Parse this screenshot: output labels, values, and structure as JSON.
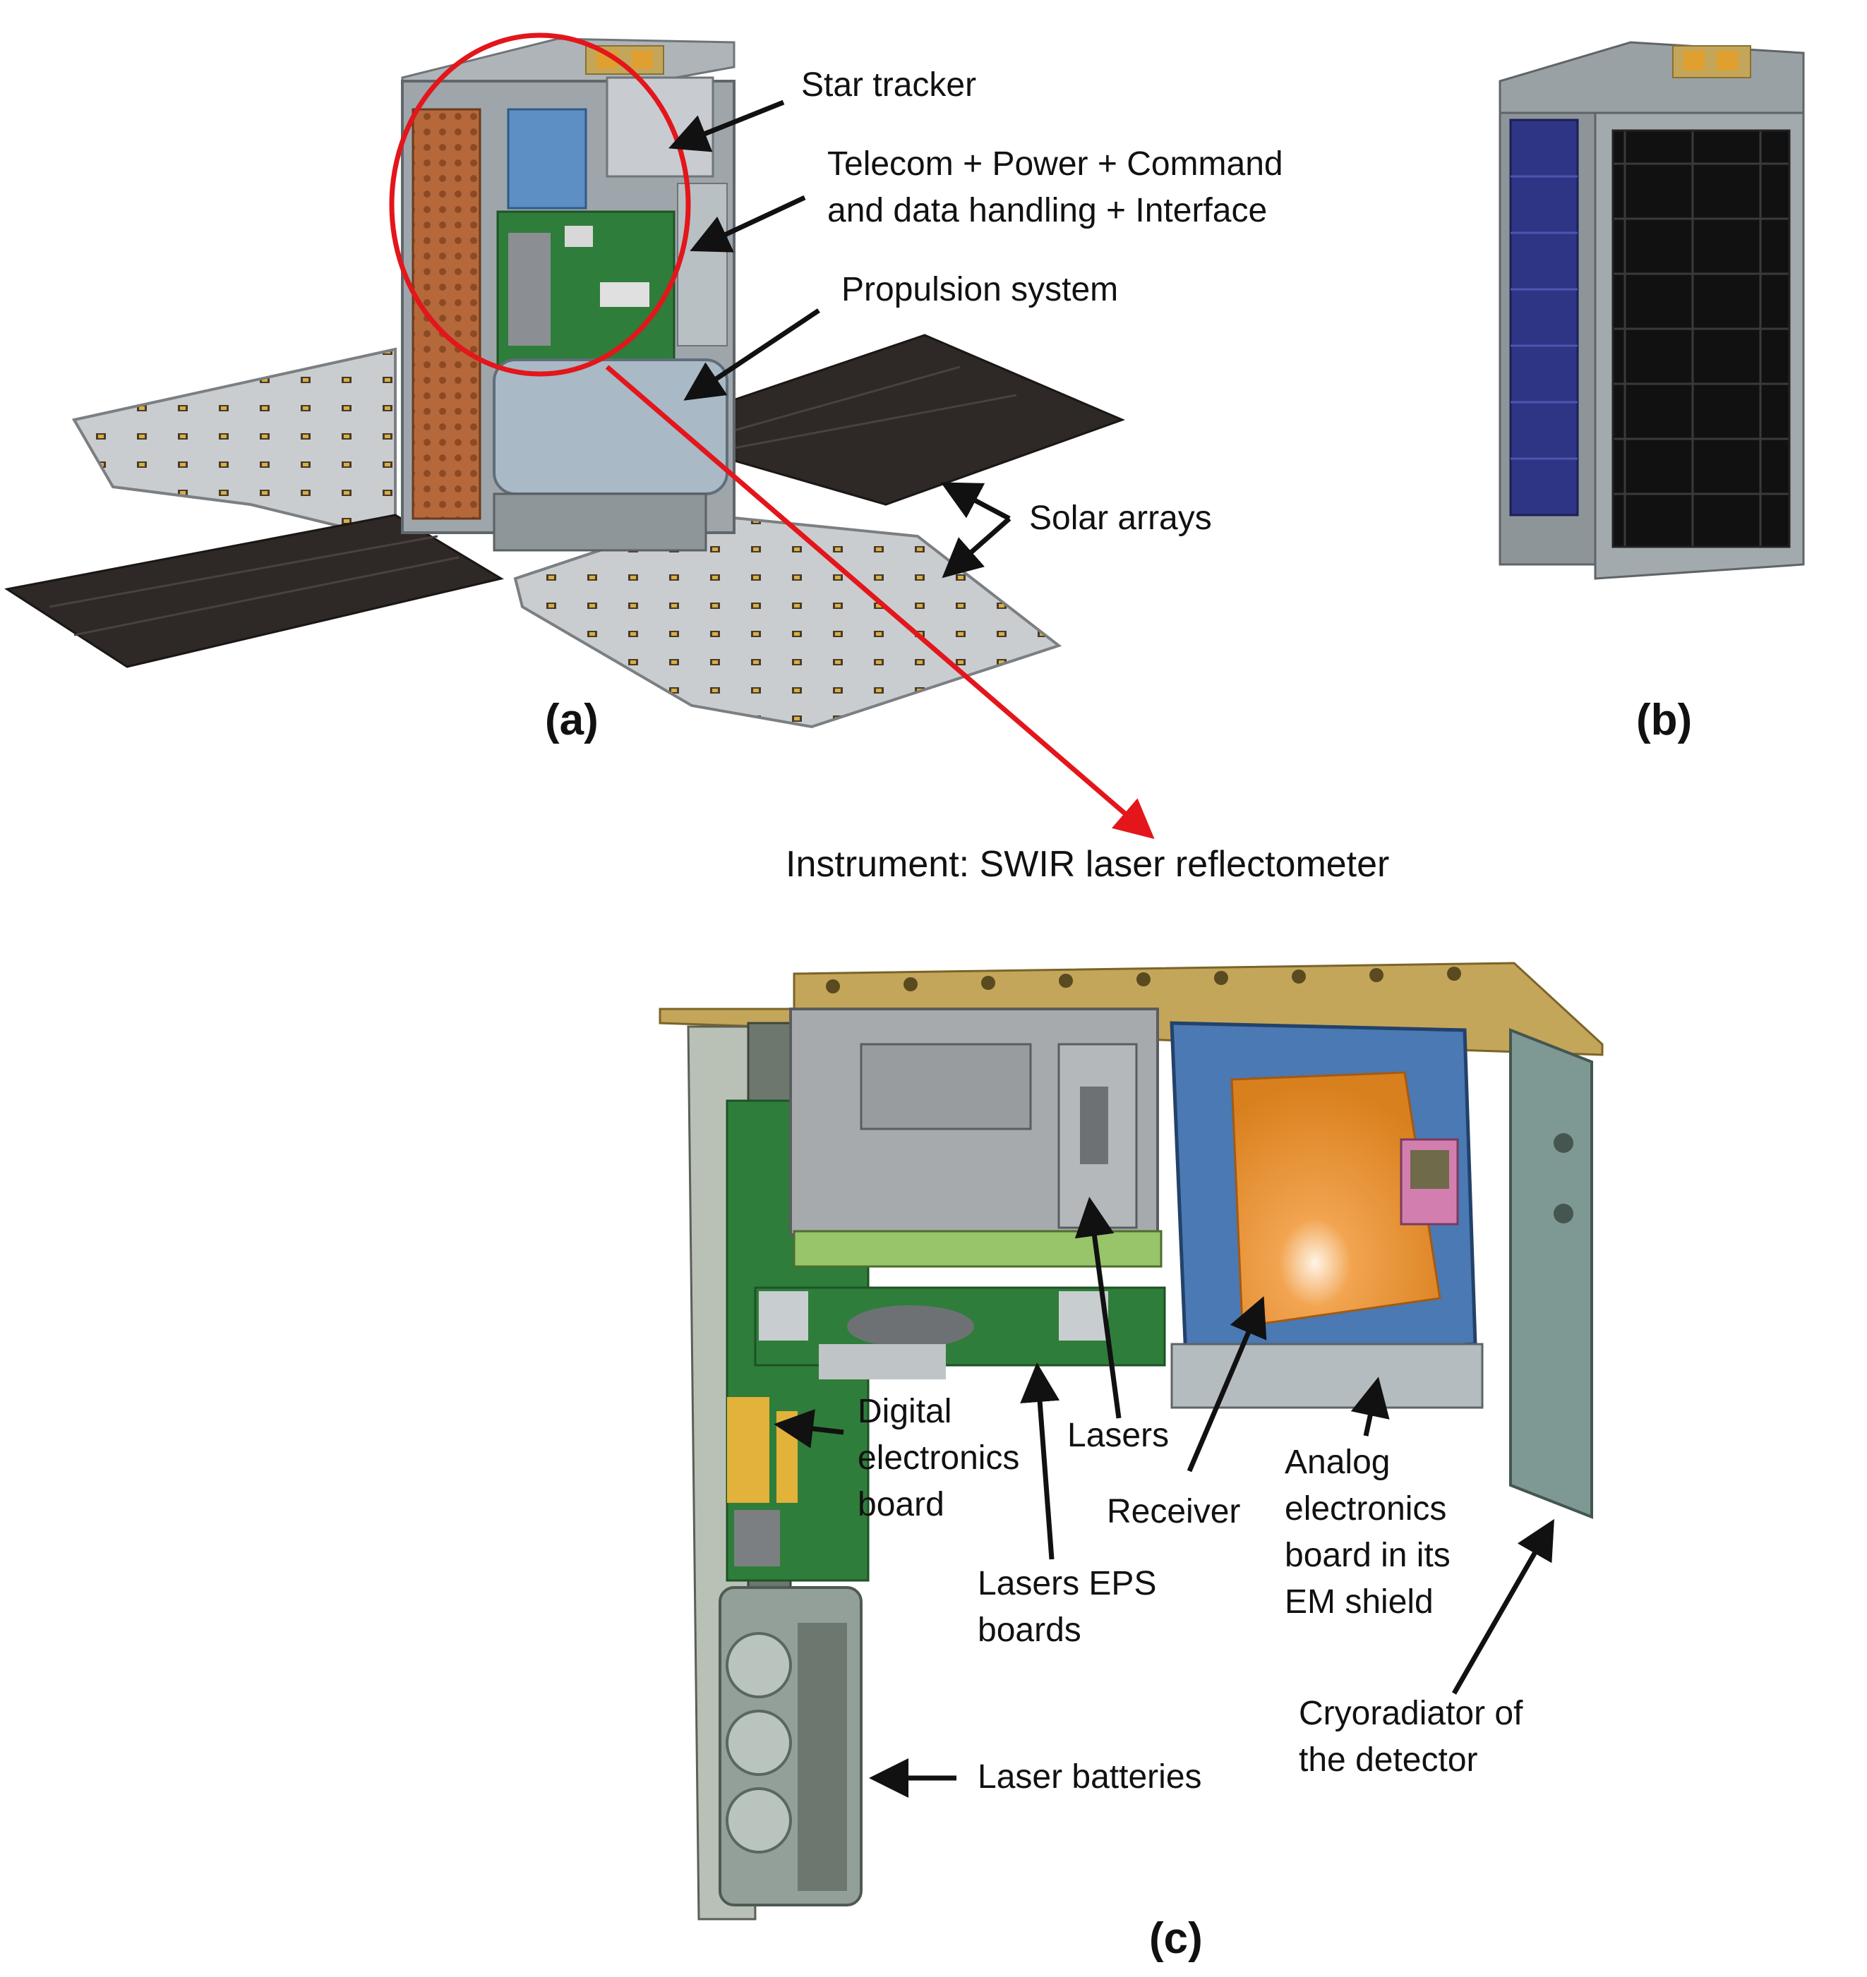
{
  "panels": {
    "a": "(a)",
    "b": "(b)",
    "c": "(c)"
  },
  "labels_a": {
    "star_tracker": "Star tracker",
    "telecom_line1": "Telecom + Power + Command",
    "telecom_line2": "and data handling + Interface",
    "propulsion": "Propulsion system",
    "solar_arrays": "Solar arrays",
    "instrument": "Instrument: SWIR laser reflectometer"
  },
  "labels_c": {
    "digital_l1": "Digital",
    "digital_l2": "electronics",
    "digital_l3": "board",
    "lasers": "Lasers",
    "receiver": "Receiver",
    "eps_l1": "Lasers EPS",
    "eps_l2": "boards",
    "analog_l1": "Analog",
    "analog_l2": "electronics",
    "analog_l3": "board in its",
    "analog_l4": "EM shield",
    "cryo_l1": "Cryoradiator of",
    "cryo_l2": "the detector",
    "batteries": "Laser batteries"
  },
  "colors": {
    "callout_red": "#e3161b",
    "arrow": "#111111",
    "solar_panel_dark": "#2e2826",
    "panel_grey": "#bcc2c6",
    "body_grey": "#9ea6ab",
    "copper": "#b5683a",
    "board_green": "#2f7d3a",
    "gold": "#c4a65a",
    "blue_frame": "#4a79b4",
    "orange": "#e88c2c",
    "cell_blue": "#2e3584"
  }
}
